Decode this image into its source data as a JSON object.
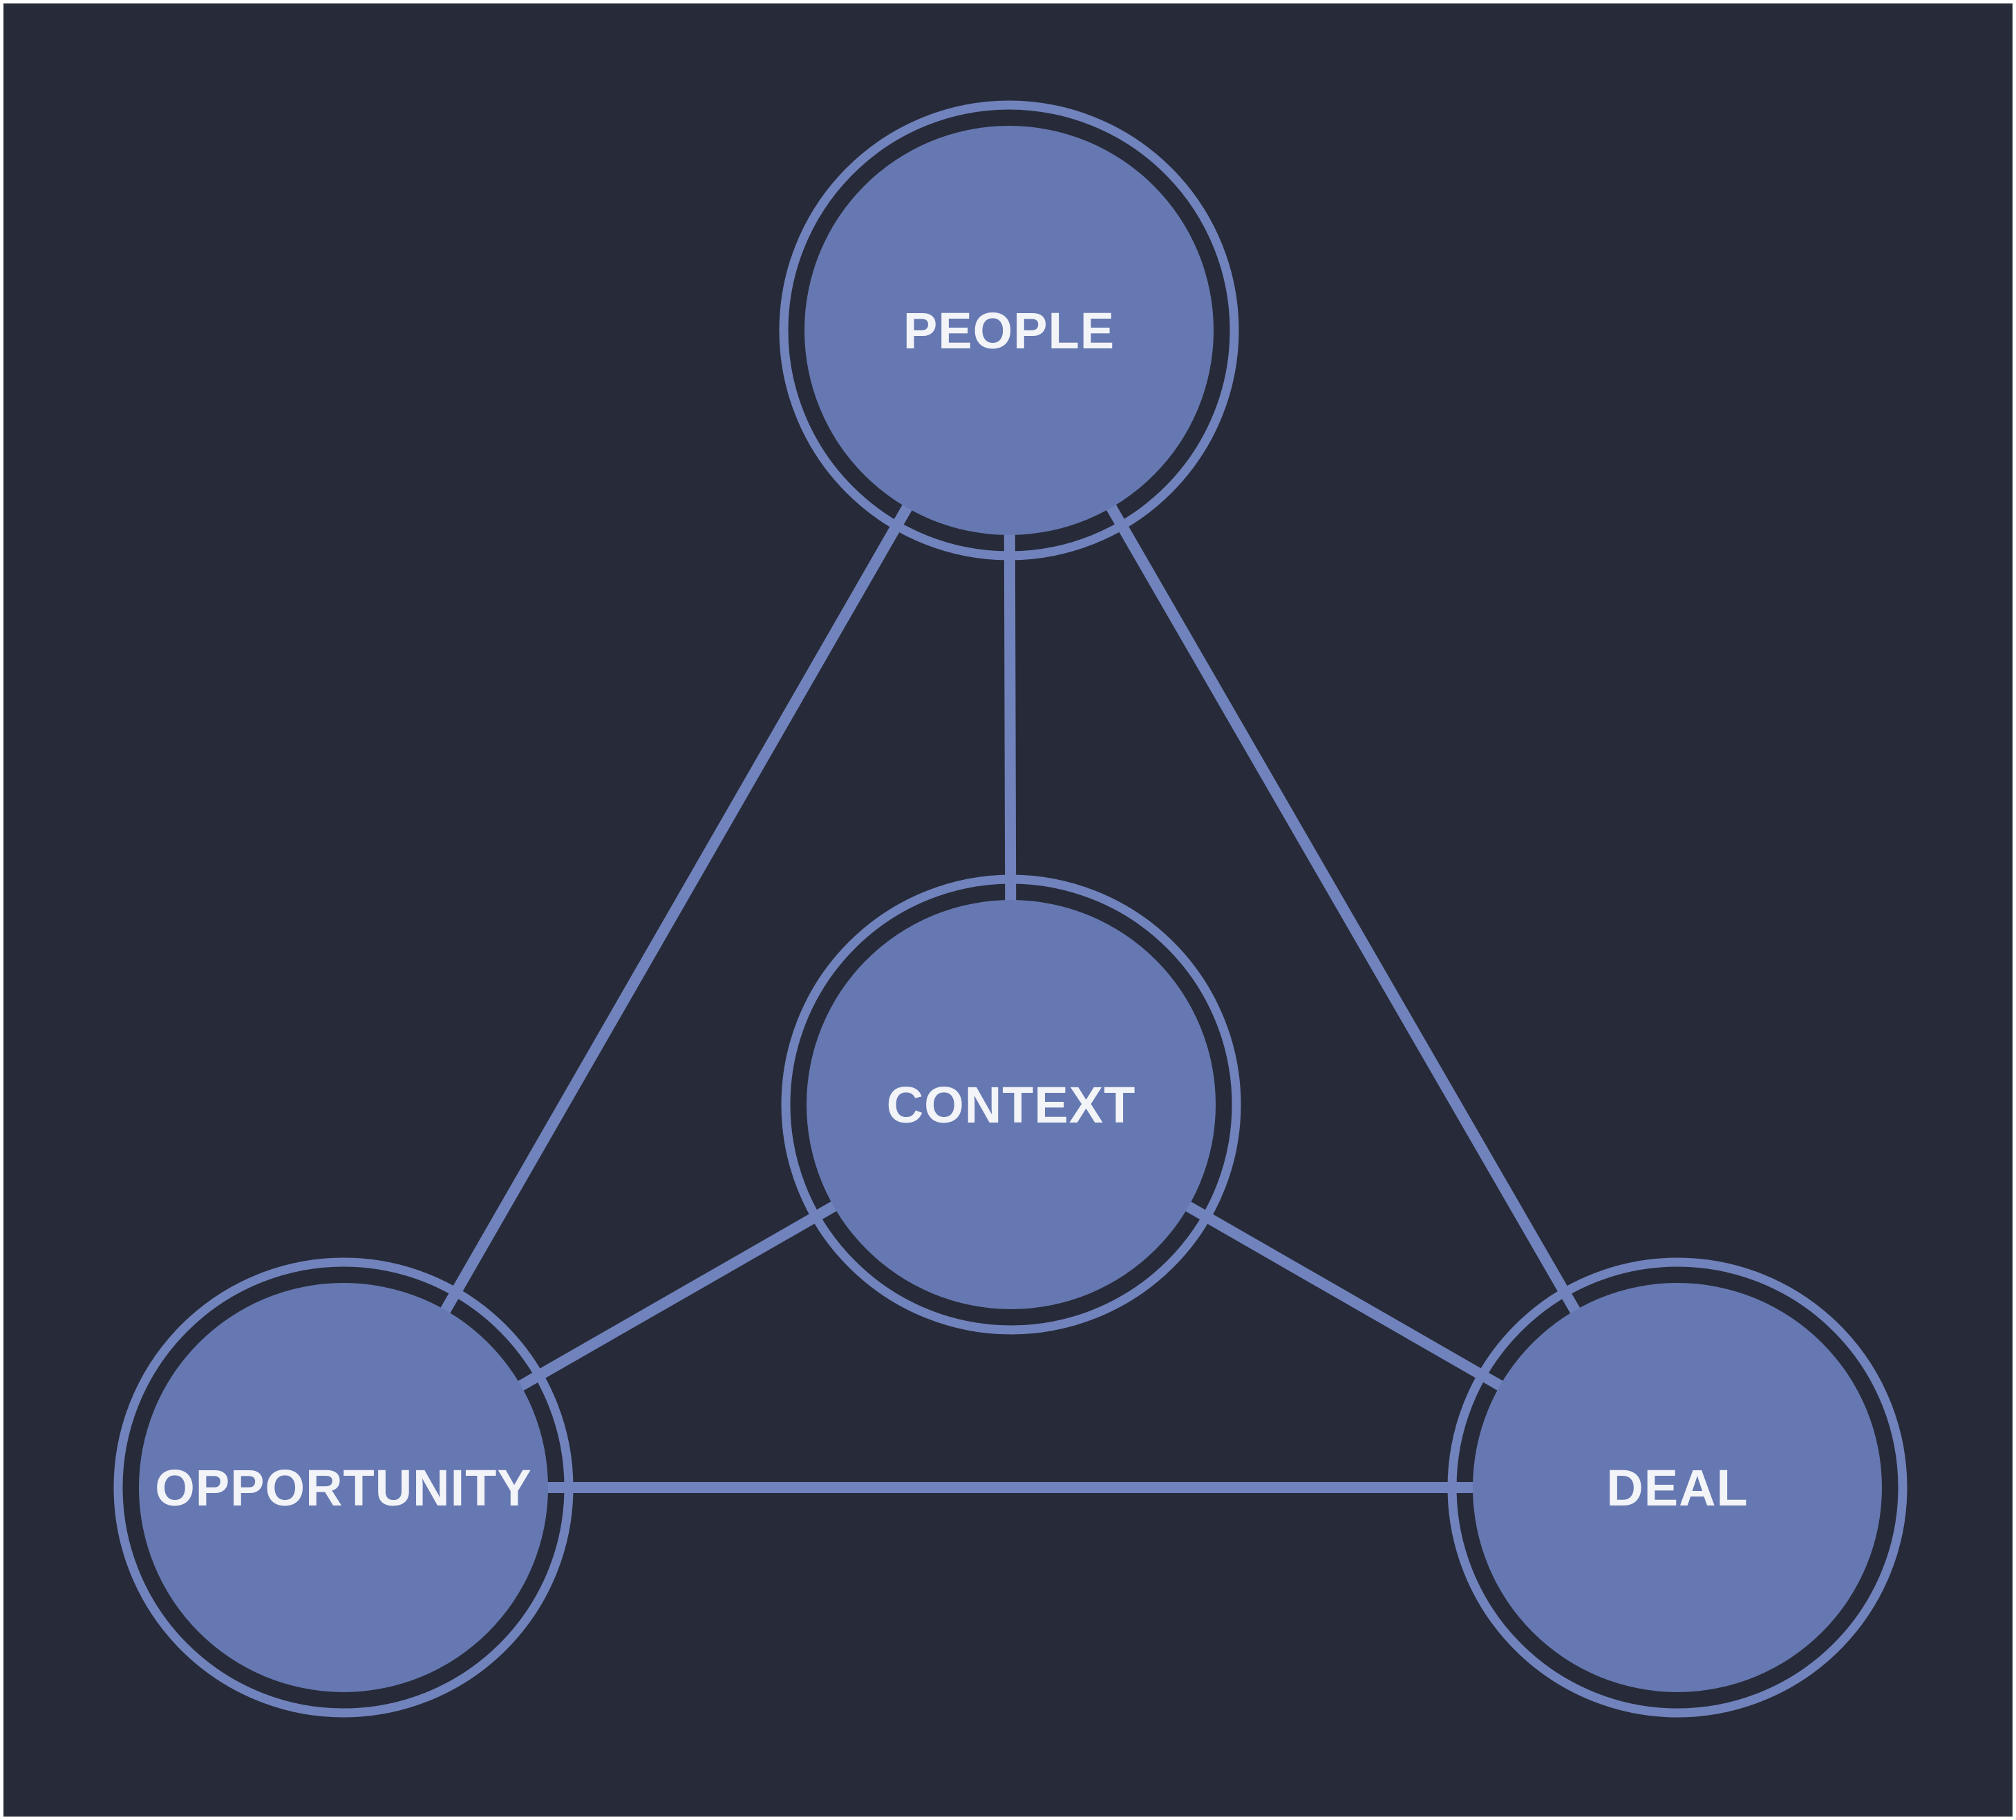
{
  "diagram": {
    "type": "network",
    "description_visible_text_only": "Four circular nodes connected by lines",
    "colors": {
      "background": "#272b39",
      "node_fill": "#6678b1",
      "ring_stroke": "#7183bd",
      "connector": "#7183bd",
      "label": "#f2f4f8",
      "page_border": "#ffffff"
    },
    "nodes": [
      {
        "id": "people",
        "label": "PEOPLE",
        "position": "top-center"
      },
      {
        "id": "context",
        "label": "CONTEXT",
        "position": "center"
      },
      {
        "id": "opportunity",
        "label": "OPPORTUNITY",
        "position": "bottom-left"
      },
      {
        "id": "deal",
        "label": "DEAL",
        "position": "bottom-right"
      }
    ],
    "edges": [
      {
        "from": "PEOPLE",
        "to": "OPPORTUNITY"
      },
      {
        "from": "PEOPLE",
        "to": "CONTEXT"
      },
      {
        "from": "PEOPLE",
        "to": "DEAL"
      },
      {
        "from": "CONTEXT",
        "to": "OPPORTUNITY"
      },
      {
        "from": "CONTEXT",
        "to": "DEAL"
      },
      {
        "from": "OPPORTUNITY",
        "to": "DEAL"
      }
    ]
  }
}
